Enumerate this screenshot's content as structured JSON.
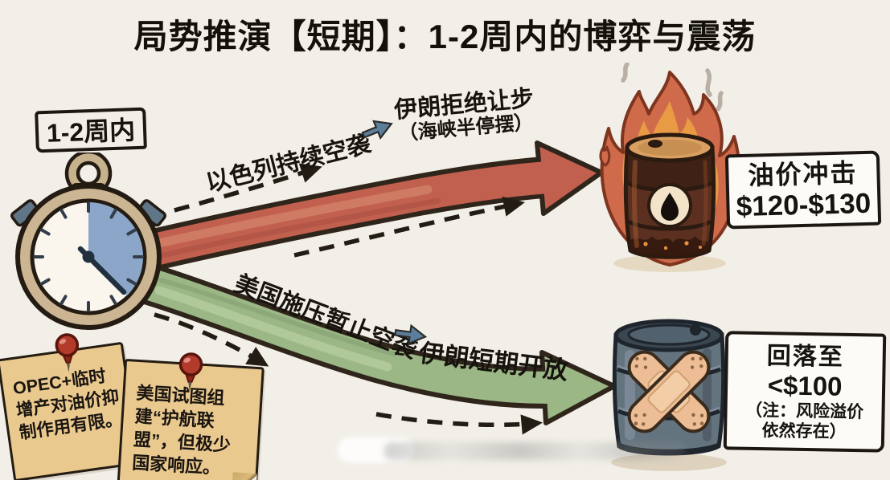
{
  "title": "局势推演【短期】：1-2周内的博弈与震荡",
  "timeframe": {
    "label": "1-2周内"
  },
  "paths": {
    "escalation": {
      "step1": "以色列持续空袭",
      "step2": "伊朗拒绝让步",
      "step2_sub": "（海峡半停摆）",
      "outcome": {
        "line1": "油价冲击",
        "line2": "$120-$130"
      },
      "arrow_color": "#c2604f"
    },
    "deescalation": {
      "step1": "美国施压暂止空袭",
      "step2": "伊朗短期开放",
      "outcome": {
        "line1": "回落至",
        "line2": "<$100",
        "note1": "（注：风险溢价",
        "note2": "依然存在）"
      },
      "arrow_color": "#9cb786"
    }
  },
  "sticky_notes": [
    {
      "text": "OPEC+临时增产对油价抑制作用有限。"
    },
    {
      "text": "美国试图组建“护航联盟”，但极少国家响应。"
    }
  ],
  "icons": {
    "stopwatch": "stopwatch-icon",
    "step_arrow": "blue-right-arrow-icon",
    "burning_barrel": "burning-oil-barrel-icon",
    "bandaged_barrel": "bandaged-oil-barrel-icon",
    "pushpin": "red-pushpin-icon"
  },
  "colors": {
    "background": "#f2efe8",
    "ink": "#1c1712",
    "escalation_arrow": "#c2604f",
    "deescalation_arrow": "#9cb786",
    "step_arrow_blue": "#5b7e9b",
    "sticky_note": "#eac98f",
    "callout_bg": "#fcfbf7",
    "timer_wedge": "#8ba6c9"
  }
}
